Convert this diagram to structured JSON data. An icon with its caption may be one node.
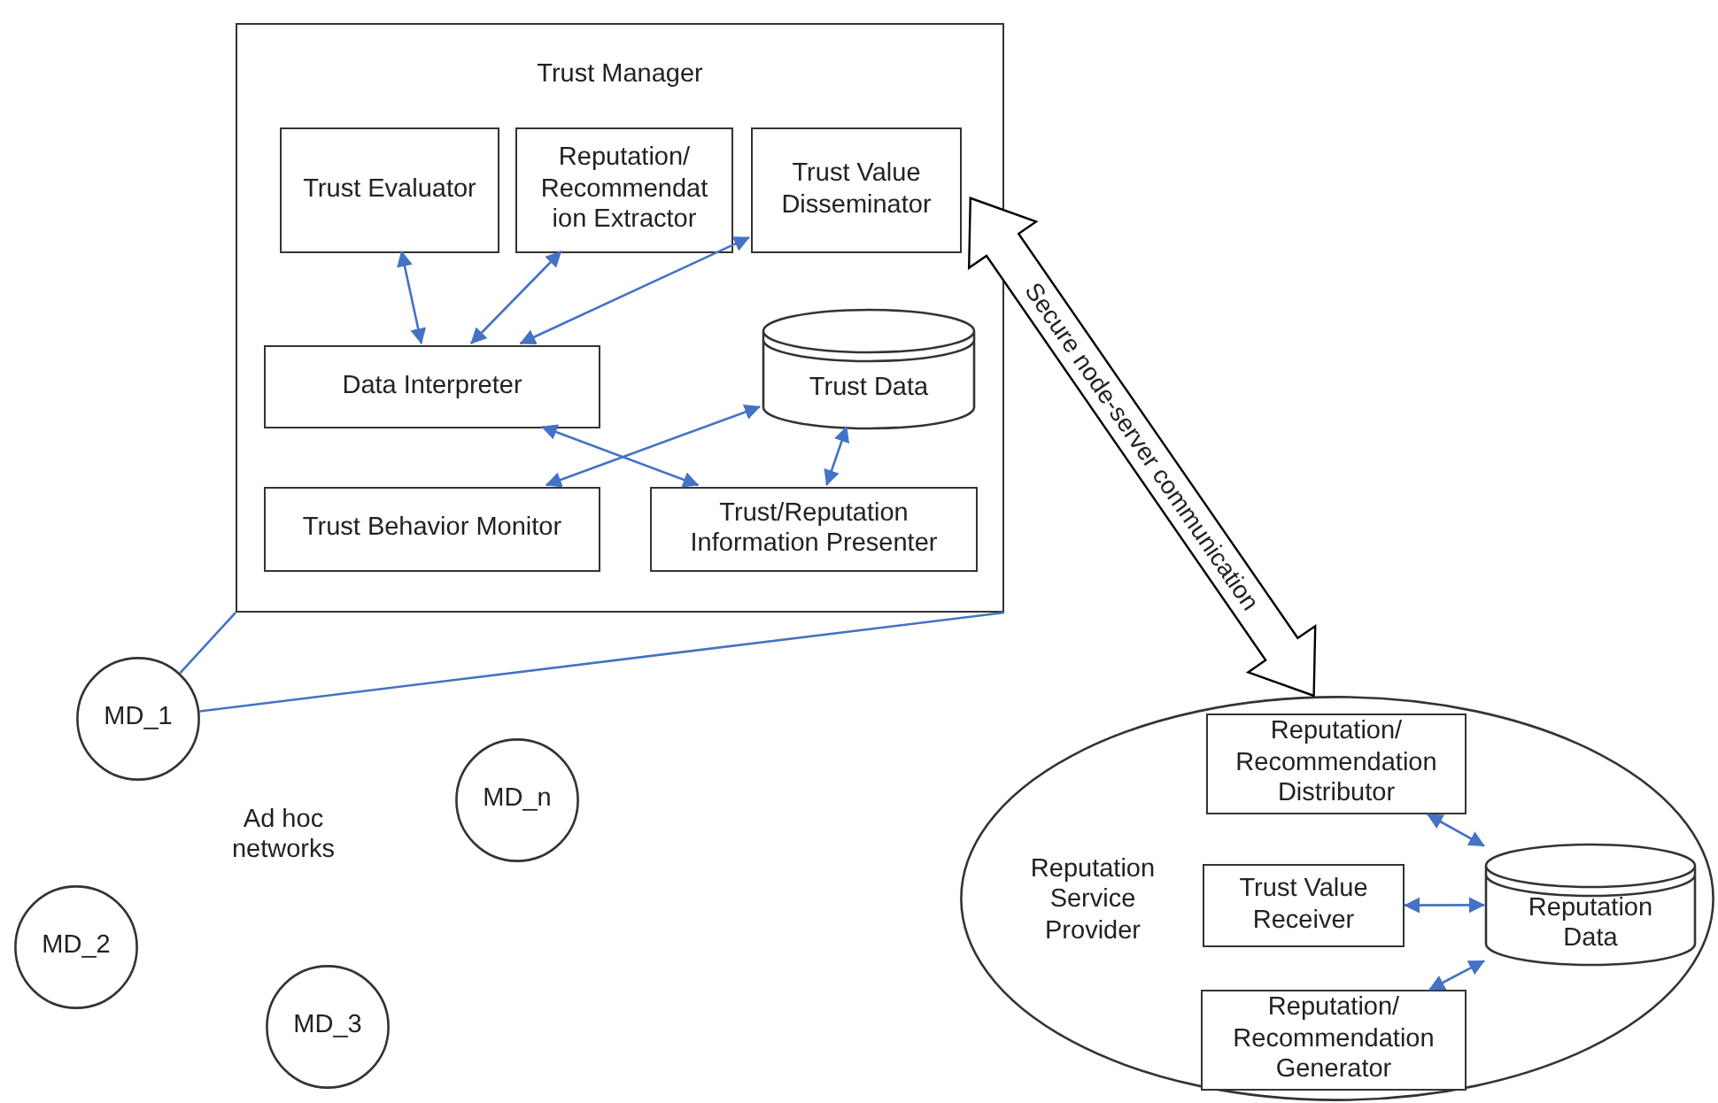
{
  "diagram": {
    "nodes": [
      {
        "text": [
          "Trust Manager"
        ]
      },
      {
        "text": [
          "Trust Evaluator"
        ],
        "in": 0
      },
      {
        "text": [
          "Reputation/ Recommendat ion  Extractor"
        ],
        "in": 0
      },
      {
        "text": [
          "Trust Value Disseminator"
        ],
        "in": 0
      },
      {
        "text": [
          "Data Interpreter"
        ],
        "in": 0
      },
      {
        "text": [
          "Trust Data"
        ],
        "in": 0
      },
      {
        "text": [
          "Trust Behavior Monitor"
        ],
        "in": 0
      },
      {
        "text": [
          "Trust/Reputation Information Presenter"
        ],
        "in": 0
      },
      {
        "text": [
          "MD_1"
        ]
      },
      {
        "text": [
          "MD_n"
        ]
      },
      {
        "text": [
          "MD_2"
        ]
      },
      {
        "text": [
          "MD_3"
        ]
      },
      {
        "text": [
          "Reputation Service Provider"
        ]
      },
      {
        "text": [
          "Reputation/ Recommendation Distributor"
        ],
        "in": 12
      },
      {
        "text": [
          "Trust Value Receiver"
        ],
        "in": 12
      },
      {
        "text": [
          "Reputation Data"
        ],
        "in": 12
      },
      {
        "text": [
          "Reputation/ Recommendation Generator"
        ],
        "in": 12
      }
    ],
    "edges": [
      {
        "from": 1,
        "to": 4,
        "arrow": "both"
      },
      {
        "from": 2,
        "to": 4,
        "arrow": "both"
      },
      {
        "from": 3,
        "to": 4,
        "arrow": "both"
      },
      {
        "from": 4,
        "to": 7,
        "arrow": "both"
      },
      {
        "from": 6,
        "to": 5,
        "arrow": "both"
      },
      {
        "from": 5,
        "to": 7,
        "arrow": "both"
      },
      {
        "from": 0,
        "to": 12,
        "arrow": "both",
        "label": "Secure node-server communication",
        "style": "thick",
        "color": "#000000"
      },
      {
        "from": 8,
        "to": 0,
        "arrow": "none"
      },
      {
        "from": 8,
        "to": 0,
        "arrow": "none"
      },
      {
        "from": 13,
        "to": 15,
        "arrow": "both"
      },
      {
        "from": 14,
        "to": 15,
        "arrow": "both"
      },
      {
        "from": 16,
        "to": 15,
        "arrow": "both"
      }
    ],
    "labels": [
      "Ad hoc networks"
    ]
  }
}
